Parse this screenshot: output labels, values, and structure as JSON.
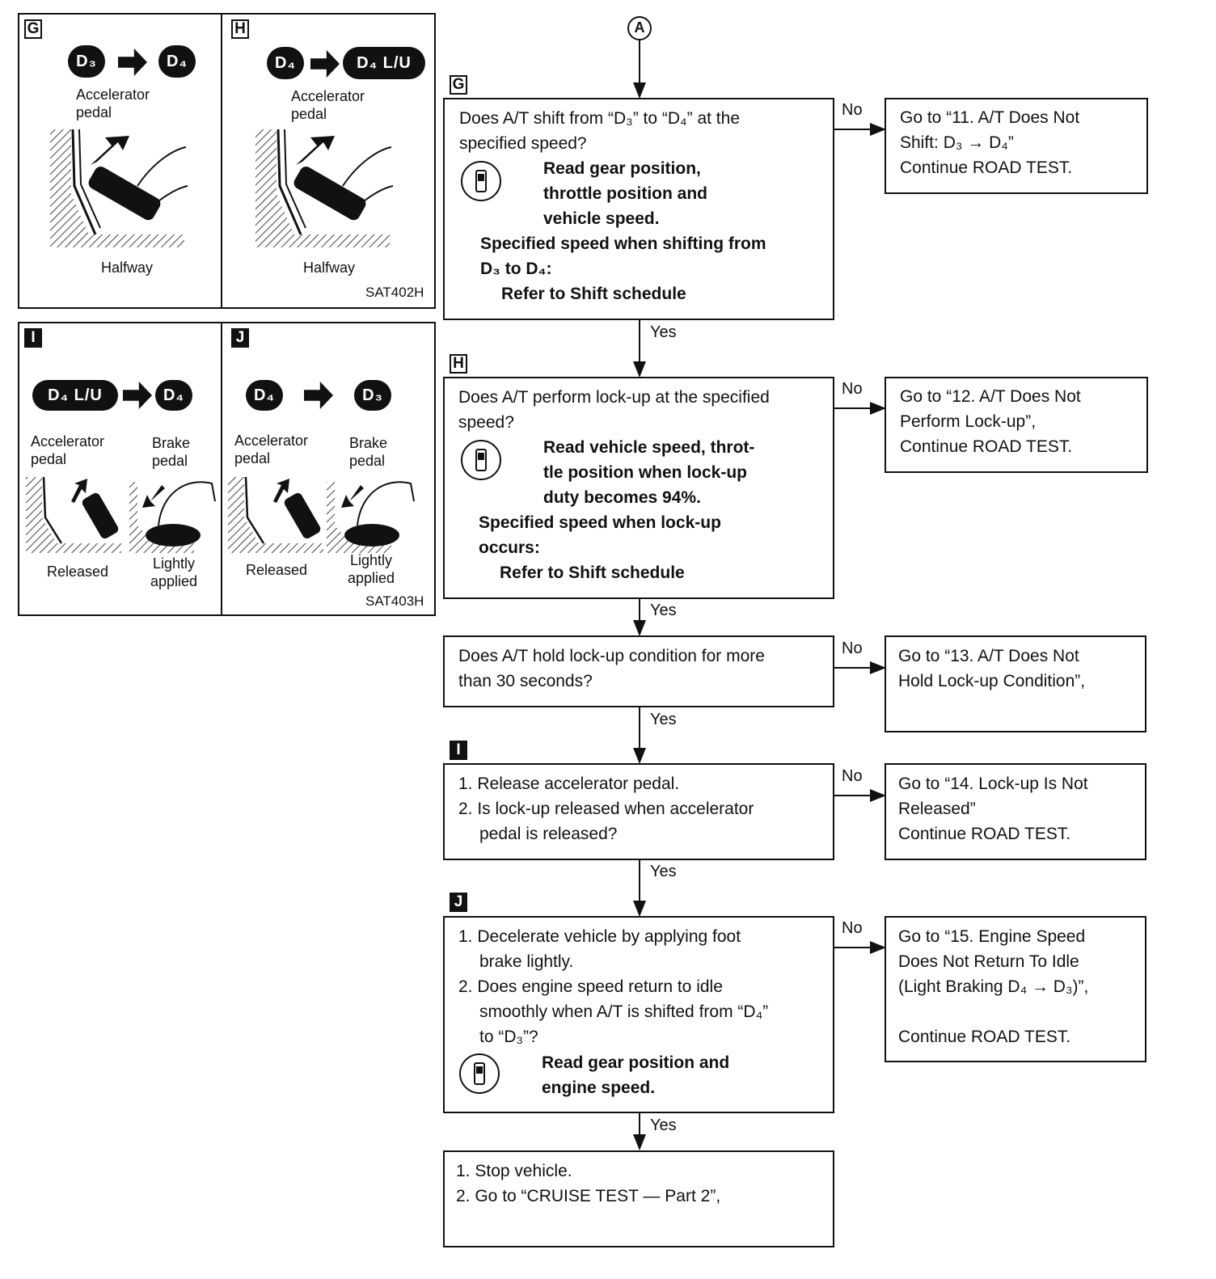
{
  "panels": {
    "G": {
      "badge": "G",
      "from": "D₃",
      "to": "D₄",
      "pedal_label": "Accelerator\npedal",
      "state": "Halfway"
    },
    "H": {
      "badge": "H",
      "from": "D₄",
      "to": "D₄ L/U",
      "pedal_label": "Accelerator\npedal",
      "state": "Halfway",
      "code": "SAT402H"
    },
    "I": {
      "badge": "I",
      "from": "D₄ L/U",
      "to": "D₄",
      "accel_label": "Accelerator\npedal",
      "brake_label": "Brake\npedal",
      "accel_state": "Released",
      "brake_state": "Lightly\napplied"
    },
    "J": {
      "badge": "J",
      "from": "D₄",
      "to": "D₃",
      "accel_label": "Accelerator\npedal",
      "brake_label": "Brake\npedal",
      "accel_state": "Released",
      "brake_state": "Lightly\napplied",
      "code": "SAT403H"
    }
  },
  "flow": {
    "start_connector": "A",
    "yes_label": "Yes",
    "no_label": "No",
    "step1": {
      "badge": "G",
      "q1": "Does A/T shift from “D₃” to “D₄” at the",
      "q2": "specified speed?",
      "r1": "Read gear position,",
      "r2": "throttle position and",
      "r3": "vehicle speed.",
      "s1": "Specified speed when shifting from",
      "s2": "D₃ to D₄:",
      "s3": "Refer to Shift schedule",
      "no1": "Go to “11. A/T Does Not",
      "no2": "Shift: D₃ → D₄”",
      "no3": "Continue ROAD TEST."
    },
    "step2": {
      "badge": "H",
      "q1": "Does A/T perform lock-up at the specified",
      "q2": "speed?",
      "r1": "Read vehicle speed, throt-",
      "r2": "tle position when lock-up",
      "r3": "duty becomes 94%.",
      "s1": "Specified speed when lock-up",
      "s2": "occurs:",
      "s3": "Refer to Shift schedule",
      "no1": "Go to “12. A/T Does Not",
      "no2": "Perform Lock-up”,",
      "no3": "Continue ROAD TEST."
    },
    "step3": {
      "q1": "Does A/T hold lock-up condition for more",
      "q2": "than 30 seconds?",
      "no1": "Go to “13. A/T Does Not",
      "no2": "Hold Lock-up Condition”,"
    },
    "step4": {
      "badge": "I",
      "l1": "1. Release accelerator pedal.",
      "l2": "2. Is lock-up released when accelerator",
      "l3": "pedal is released?",
      "no1": "Go to “14. Lock-up Is Not",
      "no2": "Released”",
      "no3": "Continue ROAD TEST."
    },
    "step5": {
      "badge": "J",
      "l1": "1. Decelerate vehicle by applying foot",
      "l2": "brake lightly.",
      "l3": "2. Does engine speed return to idle",
      "l4": "smoothly when A/T is shifted from “D₄”",
      "l5": "to “D₃”?",
      "r1": "Read gear position and",
      "r2": "engine speed.",
      "no1": "Go to “15. Engine Speed",
      "no2": "Does Not Return To Idle",
      "no3": "(Light Braking D₄ → D₃)”,",
      "no4": "Continue ROAD TEST."
    },
    "step6": {
      "l1": "1. Stop vehicle.",
      "l2": "2. Go to “CRUISE TEST — Part 2”,"
    }
  }
}
